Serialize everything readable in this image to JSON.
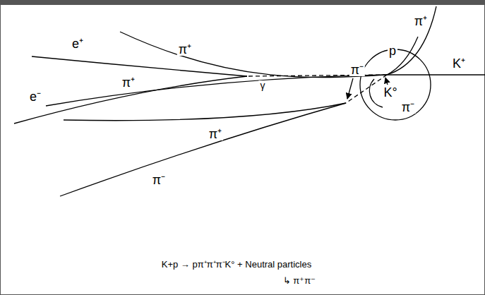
{
  "diagram": {
    "caption": "K+p → pπ⁺π⁺π⁻K° + Neutral particles",
    "labels": [
      "e⁺",
      "π⁺",
      "π⁺",
      "π⁺",
      "e⁻",
      "γ",
      "π⁺",
      "π⁻",
      "p",
      "π⁻",
      "K°",
      "K⁺",
      "π⁻",
      "↳ π⁺π⁻"
    ]
  }
}
